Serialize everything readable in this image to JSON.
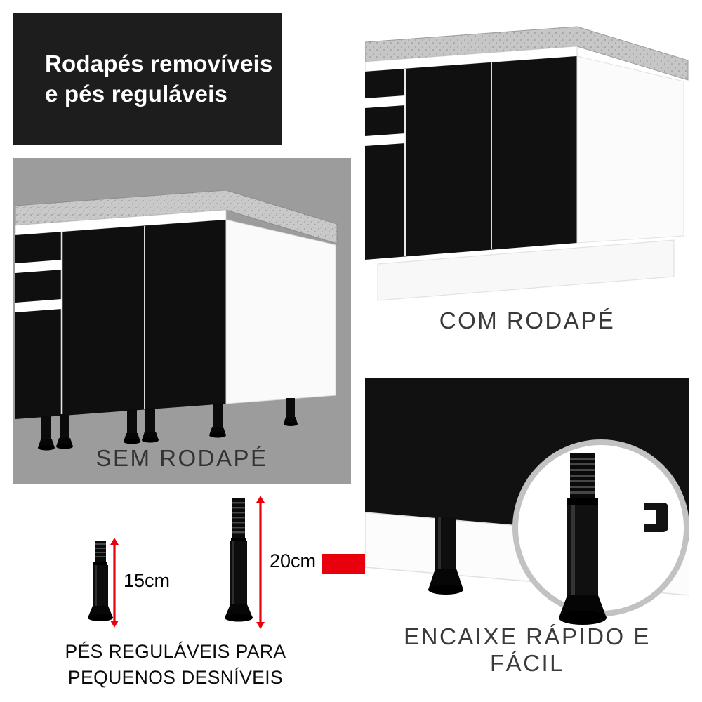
{
  "header": {
    "line1": "Rodapés removíveis",
    "line2": "e pés reguláveis"
  },
  "com_rodape": {
    "label": "COM RODAPÉ"
  },
  "sem_rodape": {
    "label": "SEM RODAPÉ"
  },
  "feet": {
    "small_height": "15cm",
    "large_height": "20cm",
    "caption_line1": "PÉS REGULÁVEIS PARA",
    "caption_line2": "PEQUENOS DESNÍVEIS"
  },
  "encaixe": {
    "label": "ENCAIXE RÁPIDO E FÁCIL"
  },
  "icons": {
    "transition_arrow": "right-arrow-icon",
    "zoom_detail": "zoom-circle"
  },
  "colors": {
    "accent_red": "#e8000d",
    "title_box_background": "#1d1d1d",
    "gray_panel_background": "#9c9c9c",
    "cabinet_black": "#101010",
    "countertop_gray": "#c7c7c7",
    "label_text": "#3a3a3a"
  }
}
